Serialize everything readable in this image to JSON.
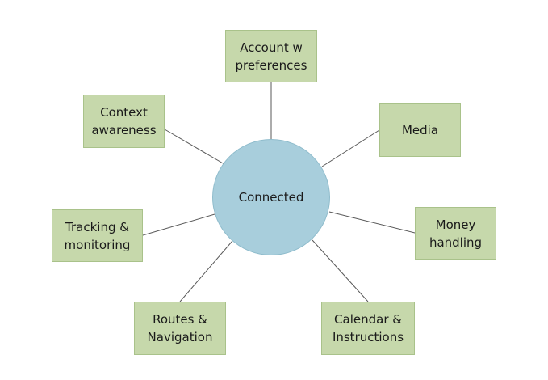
{
  "diagram": {
    "center": {
      "label": "Connected"
    },
    "nodes": [
      {
        "id": "account",
        "label": "Account w\npreferences"
      },
      {
        "id": "media",
        "label": "Media"
      },
      {
        "id": "money",
        "label": "Money\nhandling"
      },
      {
        "id": "calendar",
        "label": "Calendar &\nInstructions"
      },
      {
        "id": "routes",
        "label": "Routes &\nNavigation"
      },
      {
        "id": "tracking",
        "label": "Tracking &\nmonitoring"
      },
      {
        "id": "context",
        "label": "Context\nawareness"
      }
    ],
    "colors": {
      "center_fill": "#a8cedc",
      "node_fill": "#c6d8ab",
      "connector": "#595959"
    }
  }
}
